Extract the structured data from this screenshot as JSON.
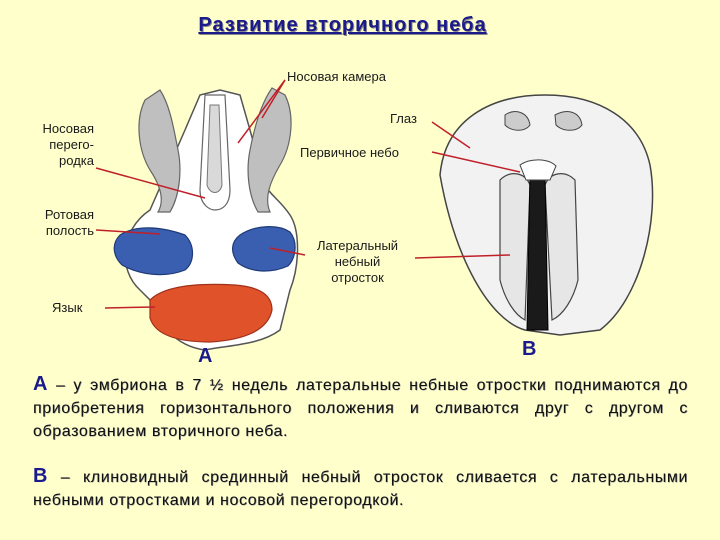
{
  "title": "Развитие вторичного неба",
  "labels": {
    "nasal_cavity": "Носовая камера",
    "eye": "Глаз",
    "septum_l1": "Носовая",
    "septum_l2": "перего-",
    "septum_l3": "родка",
    "primary_palate": "Первичное небо",
    "oral_l1": "Ротовая",
    "oral_l2": "полость",
    "lateral_l1": "Латеральный",
    "lateral_l2": "небный",
    "lateral_l3": "отросток",
    "tongue": "Язык"
  },
  "letters": {
    "a": "А",
    "b": "В"
  },
  "paragraphs": {
    "a_letter": "А",
    "a_text": " – у эмбриона в 7 ½ недель латеральные небные отростки поднимаются до приобретения горизонтального положения и сливаются друг с другом с образованием вторичного неба.",
    "b_letter": "В",
    "b_text": " – клиновидный срединный небный отросток сливается с латеральными небными отростками и носовой перегородкой."
  },
  "colors": {
    "background": "#ffffcc",
    "title": "#1a1a8c",
    "palatal_shelf": "#3a5fb0",
    "tongue": "#e0522a",
    "pointer": "#c0202a"
  }
}
